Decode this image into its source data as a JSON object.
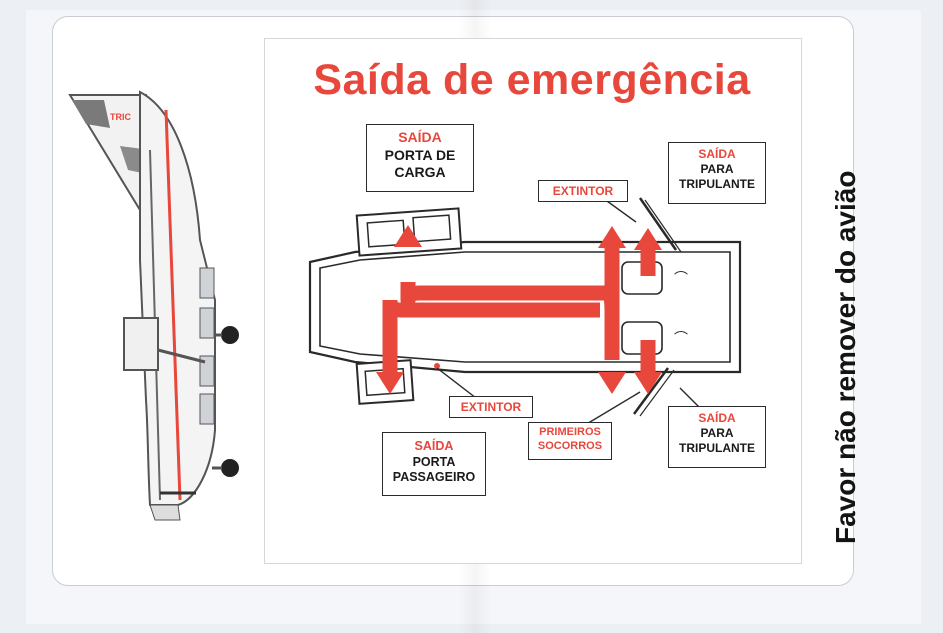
{
  "title": "Saída de emergência",
  "side_warning": "Favor não remover do avião",
  "aircraft_livery": "TRIC",
  "colors": {
    "accent": "#e8473c",
    "line": "#2a2a2a"
  },
  "labels": {
    "cargo_exit": {
      "line1": "SAÍDA",
      "line2": "PORTA DE",
      "line3": "CARGA"
    },
    "passenger_exit": {
      "line1": "SAÍDA",
      "line2": "PORTA",
      "line3": "PASSAGEIRO"
    },
    "crew_exit_top": {
      "line1": "SAÍDA",
      "line2": "PARA",
      "line3": "TRIPULANTE"
    },
    "crew_exit_bottom": {
      "line1": "SAÍDA",
      "line2": "PARA",
      "line3": "TRIPULANTE"
    },
    "extinguisher_top": "EXTINTOR",
    "extinguisher_bottom": "EXTINTOR",
    "first_aid": {
      "line1": "PRIMEIROS",
      "line2": "SOCORROS"
    }
  }
}
